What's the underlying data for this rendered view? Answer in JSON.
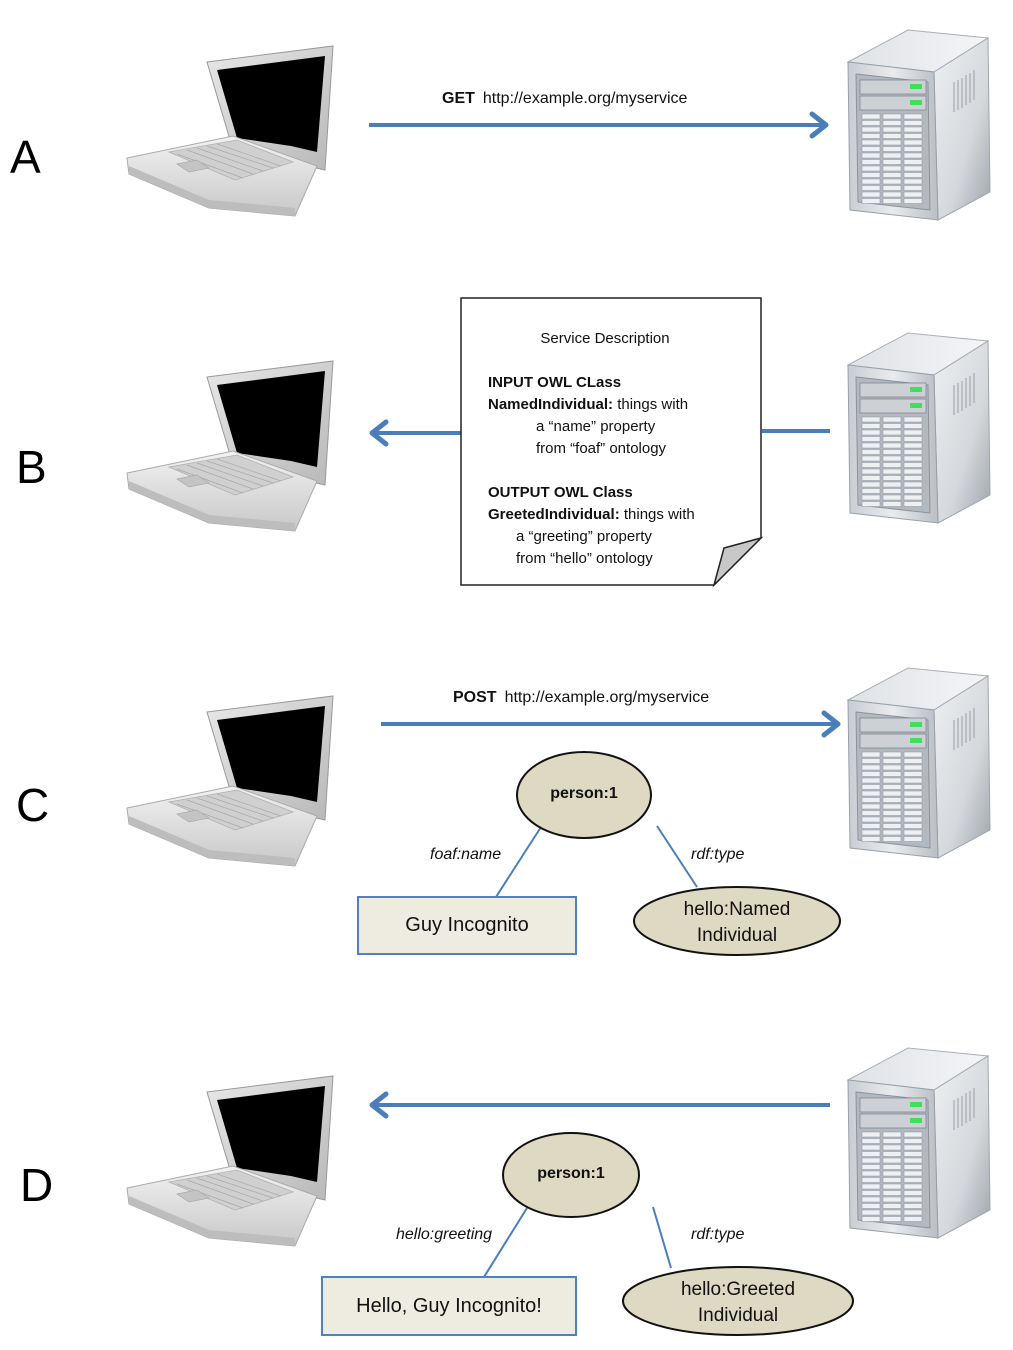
{
  "panels": [
    {
      "letter": "A",
      "request": {
        "method": "GET",
        "url": "http://example.org/myservice",
        "direction": "client-to-server"
      }
    },
    {
      "letter": "B",
      "response": {
        "direction": "server-to-client",
        "document": {
          "title": "Service Description",
          "input": {
            "heading": "INPUT OWL CLass",
            "class_name": "NamedIndividual:",
            "desc_line1": "things with",
            "desc_line2": "a “name” property",
            "desc_line3": "from “foaf” ontology"
          },
          "output": {
            "heading": "OUTPUT OWL Class",
            "class_name": "GreetedIndividual:",
            "desc_line1": "things with",
            "desc_line2": "a “greeting” property",
            "desc_line3": "from “hello” ontology"
          }
        }
      }
    },
    {
      "letter": "C",
      "request": {
        "method": "POST",
        "url": "http://example.org/myservice",
        "direction": "client-to-server"
      },
      "graph": {
        "subject": "person:1",
        "edges": [
          {
            "label": "foaf:name",
            "target": "Guy Incognito",
            "target_kind": "literal"
          },
          {
            "label": "rdf:type",
            "target_line1": "hello:Named",
            "target_line2": "Individual",
            "target_kind": "class"
          }
        ]
      }
    },
    {
      "letter": "D",
      "response": {
        "direction": "server-to-client"
      },
      "graph": {
        "subject": "person:1",
        "edges": [
          {
            "label": "hello:greeting",
            "target": "Hello, Guy Incognito!",
            "target_kind": "literal"
          },
          {
            "label": "rdf:type",
            "target_line1": "hello:Greeted",
            "target_line2": "Individual",
            "target_kind": "class"
          }
        ]
      }
    }
  ],
  "icons": {
    "client": "laptop-icon",
    "server": "server-tower-icon"
  },
  "colors": {
    "arrow": "#4a7ebb",
    "node_fill": "#ddd9c3",
    "literal_fill": "#eeece1",
    "literal_border": "#4f81bd",
    "edge_line": "#4a7ebb",
    "led": "#3ee05a"
  }
}
